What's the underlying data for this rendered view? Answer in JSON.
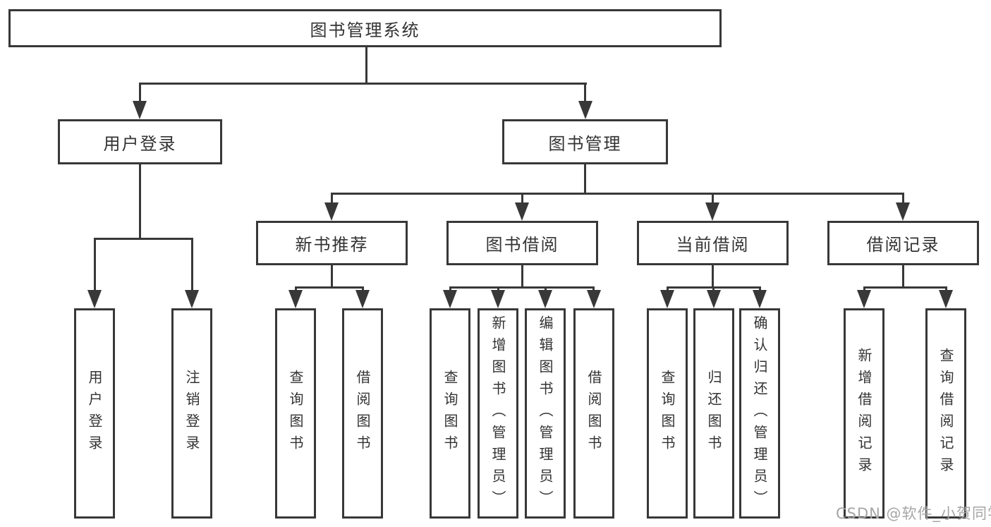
{
  "diagram": {
    "title": "图书管理系统",
    "level2": [
      {
        "label": "用户登录"
      },
      {
        "label": "图书管理"
      }
    ],
    "level3": [
      {
        "label": "新书推荐"
      },
      {
        "label": "图书借阅"
      },
      {
        "label": "当前借阅"
      },
      {
        "label": "借阅记录"
      }
    ],
    "leaves": [
      {
        "label": "用户登录"
      },
      {
        "label": "注销登录"
      },
      {
        "label": "查询图书"
      },
      {
        "label": "借阅图书"
      },
      {
        "label": "查询图书"
      },
      {
        "label": "新增图书（管理员）"
      },
      {
        "label": "编辑图书（管理员）"
      },
      {
        "label": "借阅图书"
      },
      {
        "label": "查询图书"
      },
      {
        "label": "归还图书"
      },
      {
        "label": "确认归还（管理员）"
      },
      {
        "label": "新增借阅记录"
      },
      {
        "label": "查询借阅记录"
      }
    ],
    "watermark": "CSDN @软件_小贺同学",
    "colors": {
      "line": "#383838",
      "text": "#333333",
      "watermark": "#a6a6a6",
      "background": "#ffffff"
    }
  }
}
